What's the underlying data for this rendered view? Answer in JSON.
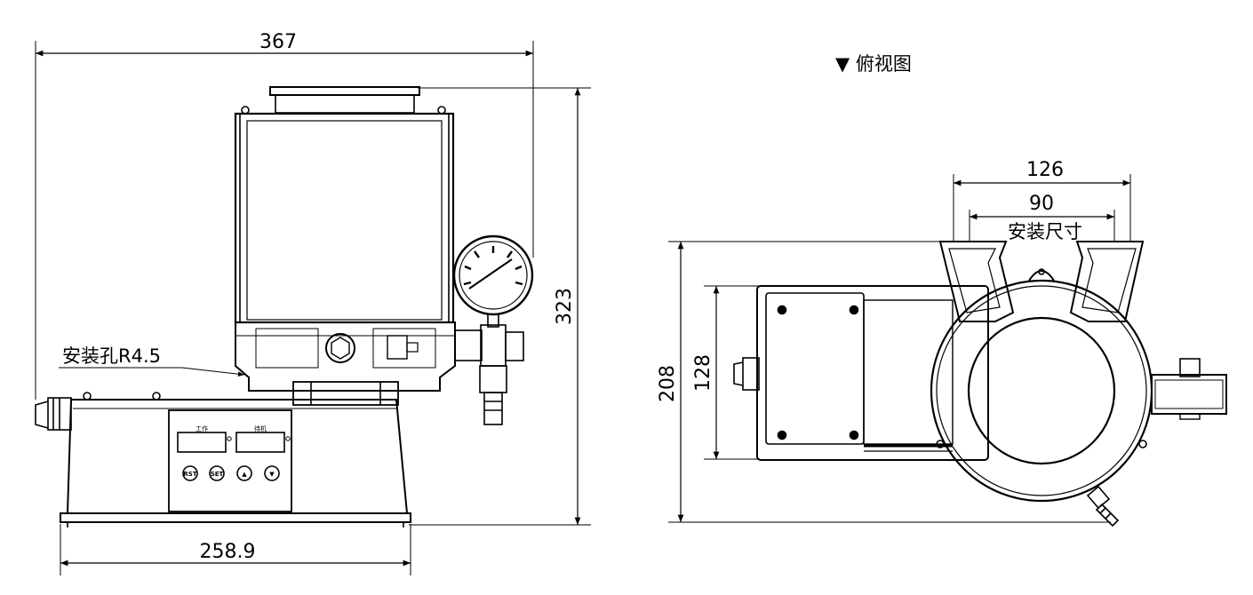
{
  "front_view": {
    "width_total": "367",
    "height_total": "323",
    "base_width": "258.9",
    "mount_hole_label": "安装孔R4.5",
    "panel_label_work": "工作",
    "panel_label_standby": "待机",
    "buttons": [
      "RST",
      "SET",
      "▲",
      "▼"
    ]
  },
  "top_view": {
    "title": "▼ 俯视图",
    "width_outer": "126",
    "width_mount": "90",
    "mount_label": "安装尺寸",
    "height_total": "208",
    "height_body": "128"
  }
}
